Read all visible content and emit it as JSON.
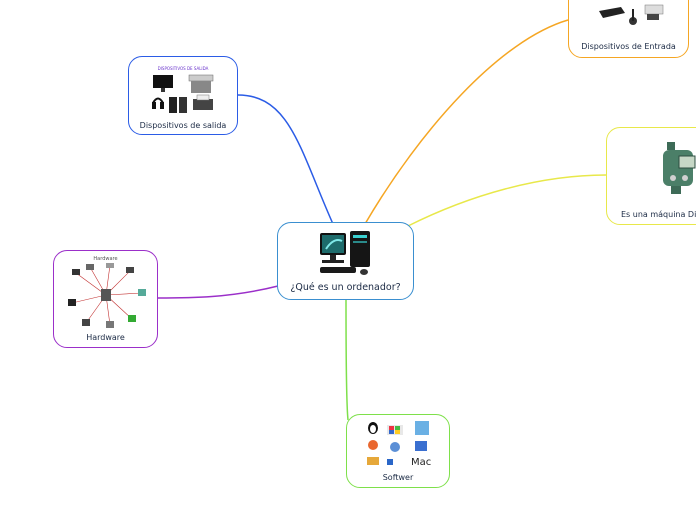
{
  "center": {
    "title": "¿Qué es un ordenador?"
  },
  "branches": {
    "output": {
      "title": "Dispositivos de salida",
      "picture_caption": "DISPOSITIVOS DE SALIDA",
      "color": "#2b5ce6"
    },
    "input": {
      "title": "Dispositivos de  Entrada",
      "color": "#f5a623"
    },
    "digital": {
      "title": "Es una máquina Dig",
      "color": "#e8e84a"
    },
    "hardware": {
      "title": "Hardware",
      "picture_caption": "Hardware",
      "color": "#9b2fc9"
    },
    "software": {
      "title": "Softwer",
      "logo_text": "Mac",
      "color": "#7ee04a"
    }
  },
  "colors": {
    "center_border": "#3a8fd0"
  }
}
